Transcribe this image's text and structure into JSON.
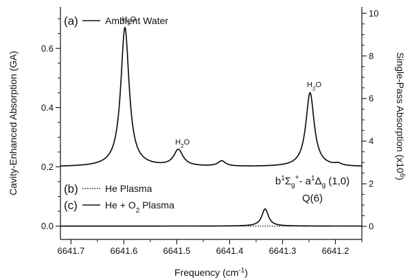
{
  "chart_data": {
    "type": "line",
    "xlabel": "Frequency (cm",
    "xlabel_sup": "-1",
    "xlabel_end": ")",
    "ylabel_left": "Cavity-Enhanced Absorption (GA)",
    "ylabel_right": "Single-Pass Absorption (x10",
    "ylabel_right_sup": "6",
    "ylabel_right_end": ")",
    "x_reversed": true,
    "xlim": [
      6641.72,
      6641.15
    ],
    "ylim_left": [
      -0.045,
      0.74
    ],
    "ylim_right": [
      -0.61,
      10.3
    ],
    "x_ticks": [
      6641.7,
      6641.6,
      6641.5,
      6641.4,
      6641.3,
      6641.2
    ],
    "x_ticklabels": [
      "6641.7",
      "6641.6",
      "6641.5",
      "6641.4",
      "6641.3",
      "6641.2"
    ],
    "y_left_ticks": [
      0.0,
      0.2,
      0.4,
      0.6
    ],
    "y_left_ticklabels": [
      "0.0",
      "0.2",
      "0.4",
      "0.6"
    ],
    "y_right_ticks": [
      0,
      2,
      4,
      6,
      8,
      10
    ],
    "y_right_ticklabels": [
      "0",
      "2",
      "4",
      "6",
      "8",
      "10"
    ],
    "series": [
      {
        "tag": "(a)",
        "name": "Ambient Water",
        "style": "solid",
        "baseline": 0.2,
        "peaks": [
          {
            "center": 6641.598,
            "height": 0.47,
            "width": 0.0095
          },
          {
            "center": 6641.497,
            "height": 0.055,
            "width": 0.0105
          },
          {
            "center": 6641.415,
            "height": 0.018,
            "width": 0.0085
          },
          {
            "center": 6641.248,
            "height": 0.25,
            "width": 0.0095
          },
          {
            "center": 6641.195,
            "height": 0.007,
            "width": 0.008
          }
        ]
      },
      {
        "tag": "(b)",
        "name": "He Plasma",
        "style": "dotted",
        "baseline": 0.0,
        "peaks": []
      },
      {
        "tag": "(c)",
        "name_main": "He + O",
        "name_sub": "2",
        "name_end": " Plasma",
        "style": "solid",
        "baseline": 0.0,
        "peaks": [
          {
            "center": 6641.333,
            "height": 0.058,
            "width": 0.0075
          }
        ]
      }
    ],
    "peak_labels": [
      {
        "text": "H",
        "sub": "2",
        "end": "O",
        "x": 6641.598,
        "y": 0.69
      },
      {
        "text": "H",
        "sub": "2",
        "end": "O",
        "x": 6641.497,
        "y": 0.275
      },
      {
        "text": "H",
        "sub": "2",
        "end": "O",
        "x": 6641.248,
        "y": 0.47
      }
    ],
    "transition_label": {
      "line1": {
        "b": "b",
        "b_sup": "1",
        "sigma": "Σ",
        "sigma_sub": "g",
        "sigma_sup": "+",
        "dash": "- a",
        "a_sup": "1",
        "delta": "Δ",
        "delta_sub": "g",
        "band": " (1,0)"
      },
      "line2": "Q(6)"
    },
    "colors": {
      "line": "#111111",
      "axis": "#111111",
      "background": "#ffffff"
    }
  }
}
